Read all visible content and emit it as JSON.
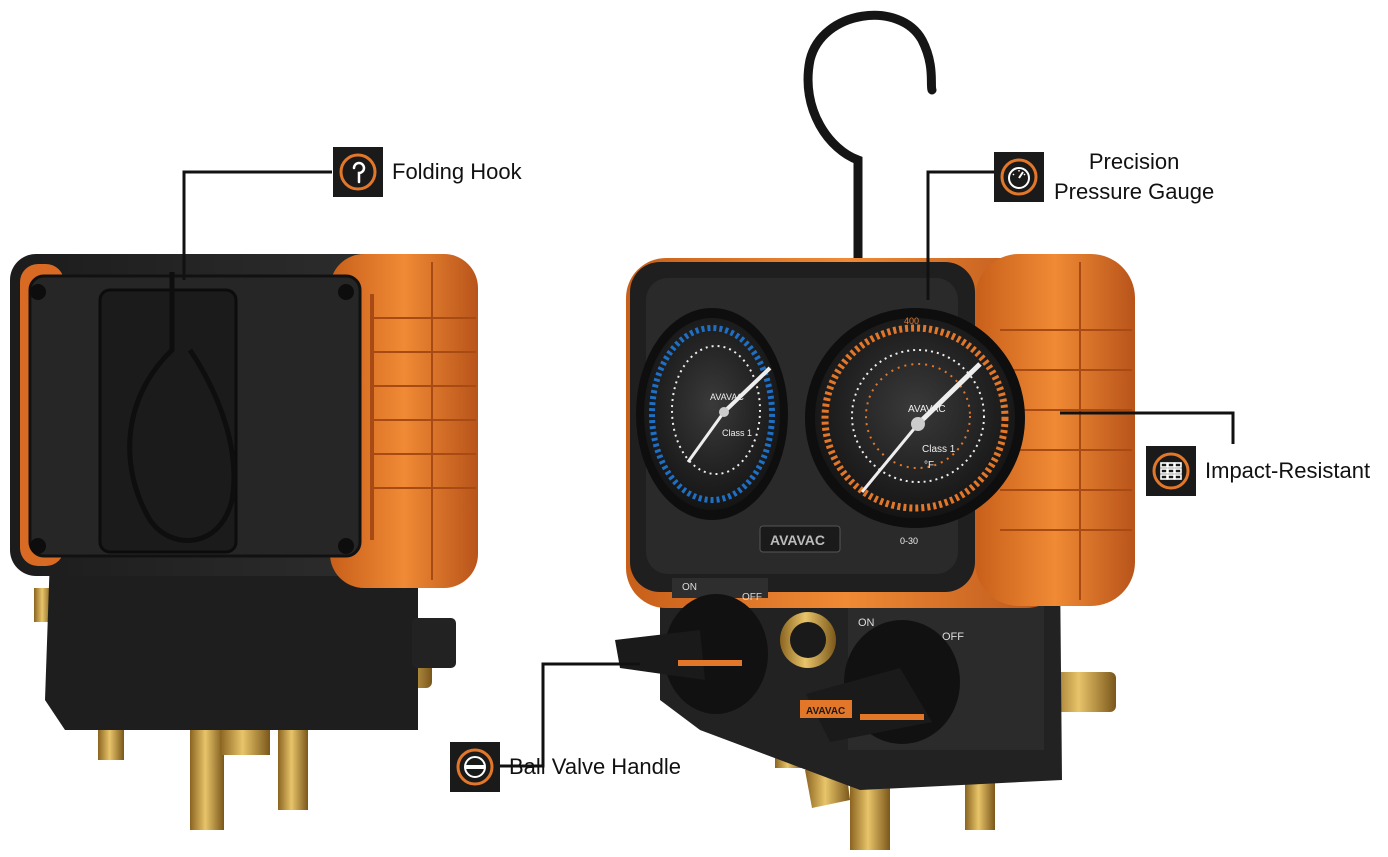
{
  "colors": {
    "accent_orange": "#e2772a",
    "body_black": "#262626",
    "brass": "#c9a04a",
    "low_side_blue": "#1f6fc4",
    "leader_line": "#111111"
  },
  "brand": {
    "gauge_logo": "AVAVAC",
    "front_logo": "AVAVAC",
    "knob_logo": "AVAVAC"
  },
  "valve_markings": {
    "on_left": "ON",
    "off_left": "OFF",
    "on_right": "ON",
    "off_right": "OFF"
  },
  "gauges": {
    "low_class": "Class 1",
    "high_class": "Class 1",
    "unit": "°F",
    "high_top": "400",
    "high_bottom": "0-30"
  },
  "callouts": [
    {
      "id": "folding-hook",
      "icon": "hook-icon",
      "lines": [
        "Folding Hook"
      ]
    },
    {
      "id": "precision-pressure-gauge",
      "icon": "gauge-icon",
      "lines": [
        "Precision",
        "Pressure Gauge"
      ]
    },
    {
      "id": "impact-resistant",
      "icon": "shield-grid-icon",
      "lines": [
        "Impact-Resistant"
      ]
    },
    {
      "id": "ball-valve-handle",
      "icon": "valve-handle-icon",
      "lines": [
        "Ball Valve Handle"
      ]
    }
  ]
}
